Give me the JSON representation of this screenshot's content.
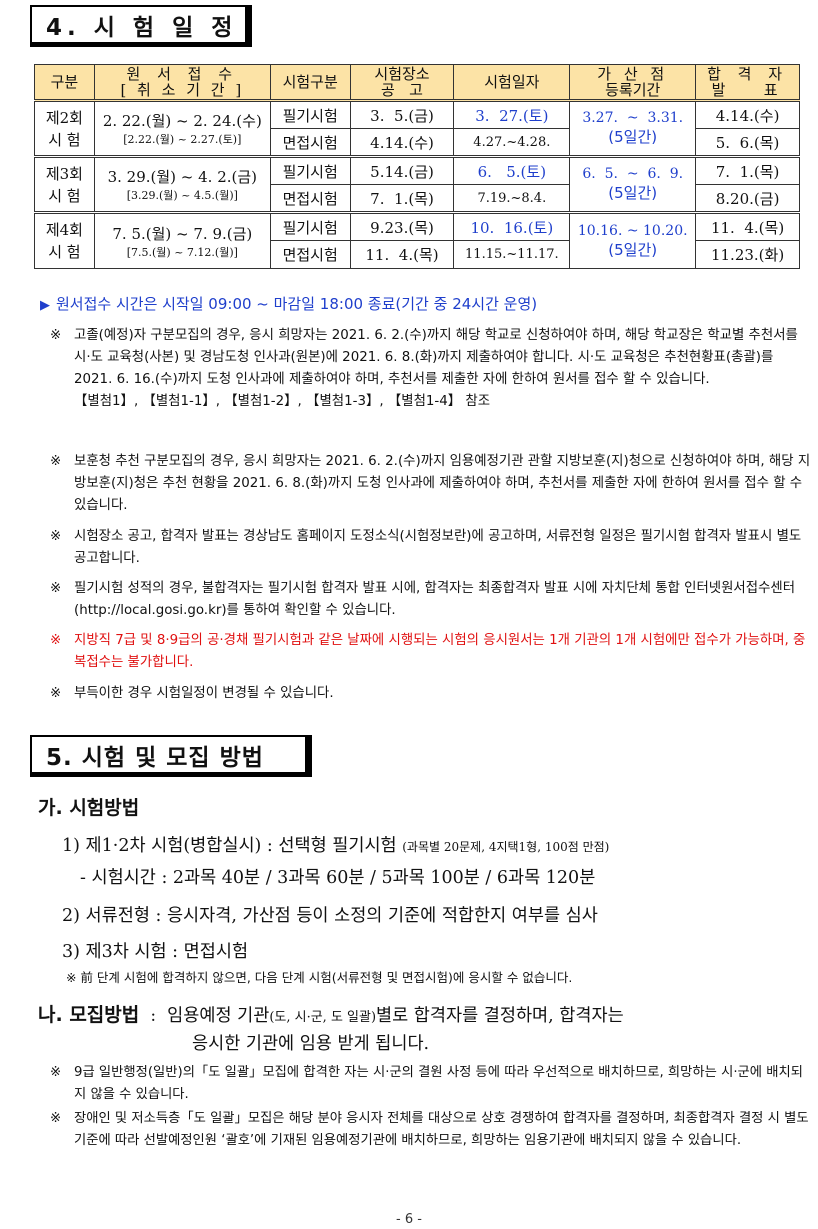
{
  "section4": {
    "title": "4. 시 험 일 정"
  },
  "table": {
    "headers": {
      "round": "구분",
      "apply1": "원 서 접 수",
      "apply2": "[ 취 소 기 간 ]",
      "type": "시험구분",
      "venue1": "시험장소",
      "venue2": "공   고",
      "date": "시험일자",
      "bonus1": "가 산 점",
      "bonus2": "등록기간",
      "pass1": "합 격 자",
      "pass2": "발   표"
    },
    "rows": [
      {
        "round1": "제2회",
        "round2": "시 험",
        "apply": "2. 22.(월) ~ 2. 24.(수)",
        "cancel": "[2.22.(월) ~ 2.27.(토)]",
        "t1": "필기시험",
        "v1": "3.  5.(금)",
        "d1": "3.  27.(토)",
        "p1": "4.14.(수)",
        "t2": "면접시험",
        "v2": "4.14.(수)",
        "d2": "4.27.~4.28.",
        "p2": "5.  6.(목)",
        "bonus1": "3.27.  ~  3.31.",
        "bonus2": "(5일간)"
      },
      {
        "round1": "제3회",
        "round2": "시 험",
        "apply": "3. 29.(월) ~ 4. 2.(금)",
        "cancel": "[3.29.(월) ~ 4.5.(월)]",
        "t1": "필기시험",
        "v1": "5.14.(금)",
        "d1": "6.   5.(토)",
        "p1": "7.  1.(목)",
        "t2": "면접시험",
        "v2": "7.  1.(목)",
        "d2": "7.19.~8.4.",
        "p2": "8.20.(금)",
        "bonus1": "6.  5.  ~  6.  9.",
        "bonus2": "(5일간)"
      },
      {
        "round1": "제4회",
        "round2": "시 험",
        "apply": "7. 5.(월) ~ 7. 9.(금)",
        "cancel": "[7.5.(월) ~ 7.12.(월)]",
        "t1": "필기시험",
        "v1": "9.23.(목)",
        "d1": "10.  16.(토)",
        "p1": "11.  4.(목)",
        "t2": "면접시험",
        "v2": "11.  4.(목)",
        "d2": "11.15.~11.17.",
        "p2": "11.23.(화)",
        "bonus1": "10.16. ~ 10.20.",
        "bonus2": "(5일간)"
      }
    ]
  },
  "arrow_note": "원서접수 시간은 시작일 09:00 ~ 마감일 18:00 종료(기간 중 24시간 운영)",
  "notes": {
    "mark": "※",
    "n1": "고졸(예정)자 구분모집의 경우, 응시 희망자는 2021. 6. 2.(수)까지 해당 학교로 신청하여야 하며, 해당 학교장은 학교별 추천서를 시·도 교육청(사본) 및 경남도청 인사과(원본)에 2021. 6. 8.(화)까지 제출하여야 합니다. 시·도 교육청은 추천현황표(총괄)를 2021. 6. 16.(수)까지 도청 인사과에 제출하여야 하며, 추천서를 제출한 자에 한하여 원서를 접수 할 수 있습니다.",
    "n1_attach": "【별첨1】, 【별첨1-1】, 【별첨1-2】, 【별첨1-3】, 【별첨1-4】 참조",
    "n2": "보훈청 추천 구분모집의 경우, 응시 희망자는 2021. 6. 2.(수)까지 임용예정기관 관할 지방보훈(지)청으로 신청하여야 하며, 해당 지방보훈(지)청은 추천 현황을 2021. 6. 8.(화)까지 도청 인사과에 제출하여야 하며, 추천서를 제출한 자에 한하여 원서를 접수 할 수 있습니다.",
    "n3": "시험장소 공고, 합격자 발표는 경상남도 홈페이지 도정소식(시험정보란)에 공고하며, 서류전형 일정은 필기시험 합격자 발표시 별도 공고합니다.",
    "n4": "필기시험 성적의 경우, 불합격자는 필기시험 합격자 발표 시에, 합격자는 최종합격자 발표 시에 자치단체 통합 인터넷원서접수센터(http://local.gosi.go.kr)를 통하여 확인할 수 있습니다.",
    "n5": "지방직 7급 및 8·9급의 공·경채 필기시험과 같은 날짜에 시행되는 시험의 응시원서는 1개 기관의 1개 시험에만 접수가 가능하며, 중복접수는 불가합니다.",
    "n6": "부득이한 경우 시험일정이 변경될 수 있습니다."
  },
  "section5": {
    "title": "5. 시험 및 모집 방법"
  },
  "method": {
    "heading": "가. 시험방법",
    "l1": "1) 제1·2차 시험(병합실시) : 선택형 필기시험",
    "l1_small": "(과목별 20문제, 4지택1형, 100점 만점)",
    "l2": "- 시험시간 : 2과목 40분 / 3과목 60분 / 5과목 100분 / 6과목 120분",
    "l3": "2) 서류전형 : 응시자격, 가산점 등이 소정의 기준에 적합한지 여부를 심사",
    "l4": "3) 제3차 시험 : 면접시험",
    "l4_note": "※ 前 단계 시험에 합격하지 않으면, 다음 단계 시험(서류전형 및 면접시험)에 응시할 수 없습니다."
  },
  "recruit": {
    "heading": "나. 모집방법",
    "colon": ":",
    "line1a": "임용예정 기관",
    "line1_small": "(도, 시·군, 도 일괄)",
    "line1b": "별로 합격자를 결정하며, 합격자는",
    "line2": "응시한 기관에 임용 받게 됩니다.",
    "n1": "9급 일반행정(일반)의「도 일괄」모집에 합격한 자는 시·군의 결원 사정 등에 따라 우선적으로 배치하므로, 희망하는 시·군에 배치되지 않을 수 있습니다.",
    "n2": "장애인 및 저소득층「도 일괄」모집은 해당 분야 응시자 전체를 대상으로 상호 경쟁하여 합격자를 결정하며, 최종합격자 결정 시 별도 기준에 따라 선발예정인원 ‘괄호’에 기재된 임용예정기관에 배치하므로, 희망하는 임용기관에 배치되지 않을 수 있습니다."
  },
  "page_number": "- 6 -"
}
